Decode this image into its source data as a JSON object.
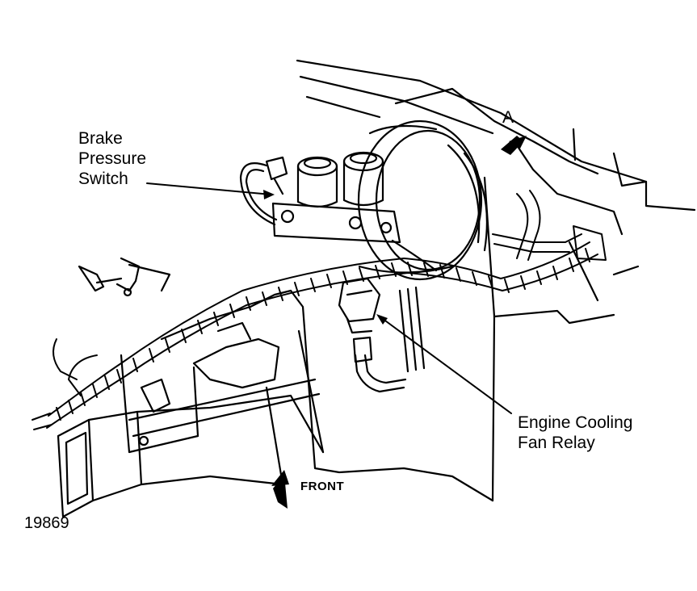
{
  "labels": {
    "brake_pressure_switch": [
      "Brake",
      "Pressure",
      "Switch"
    ],
    "engine_cooling_fan_relay": [
      "Engine Cooling",
      "Fan Relay"
    ],
    "view_marker": "A",
    "front": "FRONT",
    "figure_number": "19869"
  },
  "colors": {
    "ink": "#000000",
    "paper": "#ffffff"
  },
  "icons": {
    "view_arrow": "view-arrow-icon",
    "front_arrow": "front-arrow-icon"
  }
}
